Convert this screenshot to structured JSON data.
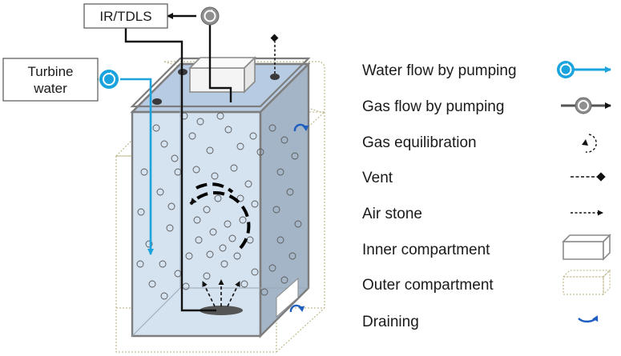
{
  "boxes": {
    "analyzer": "IR/TDLS",
    "turbine_line1": "Turbine",
    "turbine_line2": "water"
  },
  "legend": [
    {
      "id": "water-flow",
      "label": "Water flow by pumping",
      "icon": "water-pump-icon",
      "color": "#1aa3dc"
    },
    {
      "id": "gas-flow",
      "label": "Gas flow by pumping",
      "icon": "gas-pump-icon",
      "color": "#555555"
    },
    {
      "id": "gas-equilibration",
      "label": "Gas equilibration",
      "icon": "circular-dashed-arrow-icon"
    },
    {
      "id": "vent",
      "label": "Vent",
      "icon": "dashed-diamond-line-icon"
    },
    {
      "id": "air-stone",
      "label": "Air stone",
      "icon": "dashed-arrow-icon"
    },
    {
      "id": "inner-compartment",
      "label": "Inner compartment",
      "icon": "grey-box-icon"
    },
    {
      "id": "outer-compartment",
      "label": "Outer compartment",
      "icon": "dotted-box-icon"
    },
    {
      "id": "draining",
      "label": "Draining",
      "icon": "curved-arrow-icon",
      "color": "#1f5fbf"
    }
  ]
}
